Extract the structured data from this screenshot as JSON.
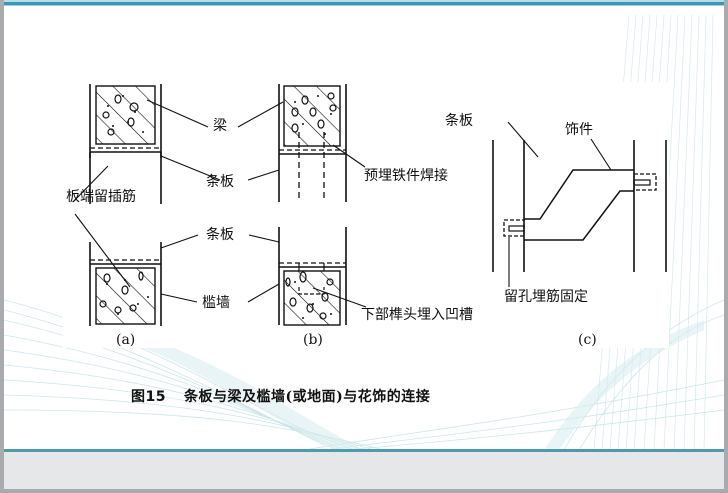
{
  "slide": {
    "accent_color": "#3a98b6",
    "bottom_band_color": "#e6e7e8"
  },
  "figure": {
    "number": "图15",
    "caption": "条板与梁及槛墙(或地面)与花饰的连接"
  },
  "diagram": {
    "labels": {
      "beam": "梁",
      "panel_top": "条板",
      "panel_mid": "条板",
      "panel_c": "条板",
      "end_rebar": "板端留插筋",
      "embedded_weld": "预埋铁件焊接",
      "sill_wall": "槛墙",
      "tenon_groove": "下部榫头埋入凹槽",
      "ornament": "饰件",
      "hole_rebar": "留孔埋筋固定"
    },
    "subfigures": [
      "(a)",
      "(b)",
      "(c)"
    ]
  }
}
